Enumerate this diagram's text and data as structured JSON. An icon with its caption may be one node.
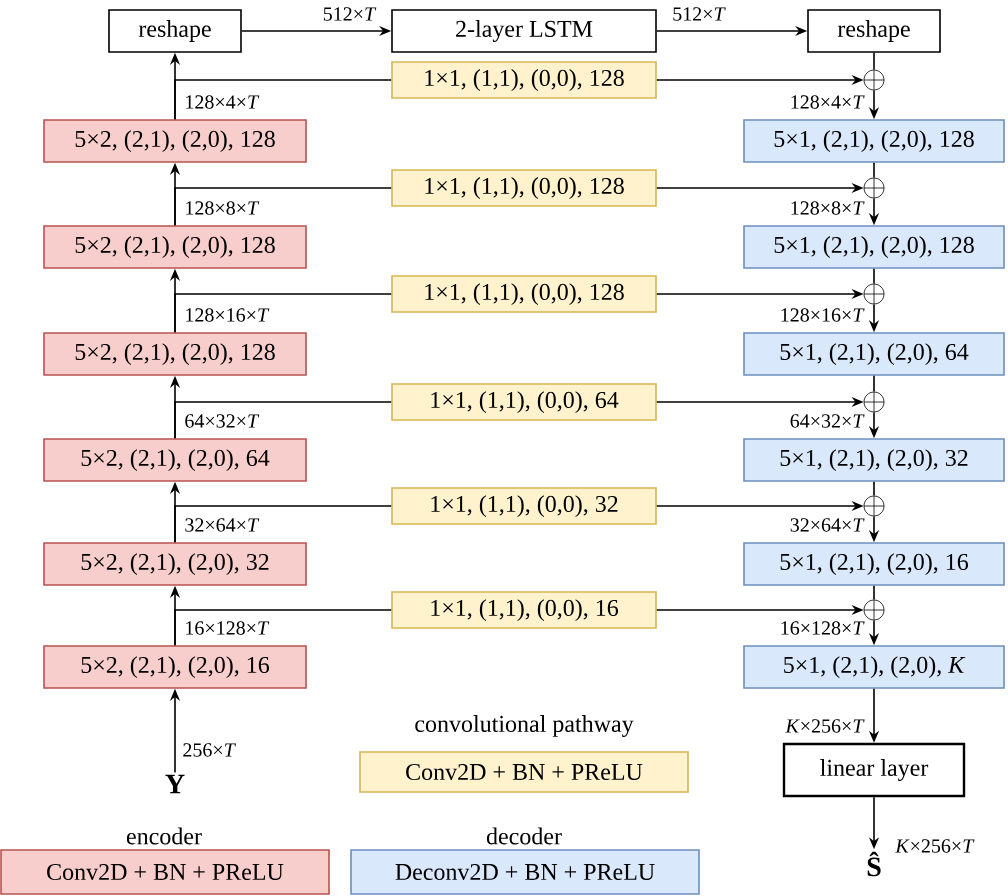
{
  "diagram": {
    "nodes": [
      {
        "text": [
          "reshape"
        ]
      },
      {
        "text": [
          "2-layer LSTM"
        ]
      },
      {
        "text": [
          "reshape"
        ]
      },
      {
        "text": [
          "1×1, (1,1), (0,0), 128"
        ]
      },
      {
        "text": [],
        "shape": "circle"
      },
      {
        "text": [
          "5×2, (2,1), (2,0), 128"
        ]
      },
      {
        "text": [
          "5×1, (2,1), (2,0), 128"
        ]
      },
      {
        "text": [
          "1×1, (1,1), (0,0), 128"
        ]
      },
      {
        "text": [],
        "shape": "circle"
      },
      {
        "text": [
          "5×2, (2,1), (2,0), 128"
        ]
      },
      {
        "text": [
          "5×1, (2,1), (2,0), 128"
        ]
      },
      {
        "text": [
          "1×1, (1,1), (0,0), 128"
        ]
      },
      {
        "text": [],
        "shape": "circle"
      },
      {
        "text": [
          "5×2, (2,1), (2,0), 128"
        ]
      },
      {
        "text": [
          "5×1, (2,1), (2,0), 64"
        ]
      },
      {
        "text": [
          "1×1, (1,1), (0,0), 64"
        ]
      },
      {
        "text": [],
        "shape": "circle"
      },
      {
        "text": [
          "5×2, (2,1), (2,0), 64"
        ]
      },
      {
        "text": [
          "5×1, (2,1), (2,0), 32"
        ]
      },
      {
        "text": [
          "1×1, (1,1), (0,0), 32"
        ]
      },
      {
        "text": [],
        "shape": "circle"
      },
      {
        "text": [
          "5×2, (2,1), (2,0), 32"
        ]
      },
      {
        "text": [
          "5×1, (2,1), (2,0), 16"
        ]
      },
      {
        "text": [
          "1×1, (1,1), (0,0), 16"
        ]
      },
      {
        "text": [],
        "shape": "circle"
      },
      {
        "text": [
          "5×2, (2,1), (2,0), 16"
        ]
      },
      {
        "text": [
          "5×1, (2,1), (2,0), *K*"
        ]
      },
      {
        "text": [
          "Y"
        ]
      },
      {
        "text": [
          "linear layer"
        ]
      },
      {
        "text": [
          "Ŝ"
        ]
      }
    ],
    "edges": [
      {
        "from": 0,
        "to": 1,
        "arrow": "to",
        "label": "512×*T*"
      },
      {
        "from": 1,
        "to": 2,
        "arrow": "to",
        "label": "512×*T*"
      },
      {
        "from": 2,
        "to": 4,
        "arrow": "none"
      },
      {
        "from": 5,
        "to": 0,
        "arrow": "to",
        "label": "128×4×*T*"
      },
      {
        "from": 5,
        "to": 3,
        "arrow": "none"
      },
      {
        "from": 3,
        "to": 4,
        "arrow": "to"
      },
      {
        "from": 4,
        "to": 6,
        "arrow": "to",
        "label": "128×4×*T*"
      },
      {
        "from": 9,
        "to": 5,
        "arrow": "to",
        "label": "128×8×*T*"
      },
      {
        "from": 9,
        "to": 7,
        "arrow": "none"
      },
      {
        "from": 7,
        "to": 8,
        "arrow": "to"
      },
      {
        "from": 6,
        "to": 8,
        "arrow": "none"
      },
      {
        "from": 8,
        "to": 10,
        "arrow": "to",
        "label": "128×8×*T*"
      },
      {
        "from": 13,
        "to": 9,
        "arrow": "to",
        "label": "128×16×*T*"
      },
      {
        "from": 13,
        "to": 11,
        "arrow": "none"
      },
      {
        "from": 11,
        "to": 12,
        "arrow": "to"
      },
      {
        "from": 10,
        "to": 12,
        "arrow": "none"
      },
      {
        "from": 12,
        "to": 14,
        "arrow": "to",
        "label": "128×16×*T*"
      },
      {
        "from": 17,
        "to": 13,
        "arrow": "to",
        "label": "64×32×*T*"
      },
      {
        "from": 17,
        "to": 15,
        "arrow": "none"
      },
      {
        "from": 15,
        "to": 16,
        "arrow": "to"
      },
      {
        "from": 14,
        "to": 16,
        "arrow": "none"
      },
      {
        "from": 16,
        "to": 18,
        "arrow": "to",
        "label": "64×32×*T*"
      },
      {
        "from": 21,
        "to": 17,
        "arrow": "to",
        "label": "32×64×*T*"
      },
      {
        "from": 21,
        "to": 19,
        "arrow": "none"
      },
      {
        "from": 19,
        "to": 20,
        "arrow": "to"
      },
      {
        "from": 18,
        "to": 20,
        "arrow": "none"
      },
      {
        "from": 20,
        "to": 22,
        "arrow": "to",
        "label": "32×64×*T*"
      },
      {
        "from": 25,
        "to": 21,
        "arrow": "to",
        "label": "16×128×*T*"
      },
      {
        "from": 25,
        "to": 23,
        "arrow": "none"
      },
      {
        "from": 23,
        "to": 24,
        "arrow": "to"
      },
      {
        "from": 22,
        "to": 24,
        "arrow": "none"
      },
      {
        "from": 24,
        "to": 26,
        "arrow": "to",
        "label": "16×128×*T*"
      },
      {
        "from": 27,
        "to": 25,
        "arrow": "to",
        "label": "256×*T*"
      },
      {
        "from": 26,
        "to": 28,
        "arrow": "to",
        "label": "*K*×256×*T*"
      },
      {
        "from": 28,
        "to": 29,
        "arrow": "to",
        "label": "*K*×256×*T*"
      }
    ],
    "labels": [
      "convolutional pathway",
      "encoder",
      "decoder"
    ],
    "legend": [
      {
        "text": "Conv2D + BN + PReLU",
        "color": "#fff2cc"
      },
      {
        "text": "Conv2D + BN + PReLU",
        "color": "#f8cecc"
      },
      {
        "text": "Deconv2D + BN + PReLU",
        "color": "#dae8fc"
      }
    ]
  }
}
